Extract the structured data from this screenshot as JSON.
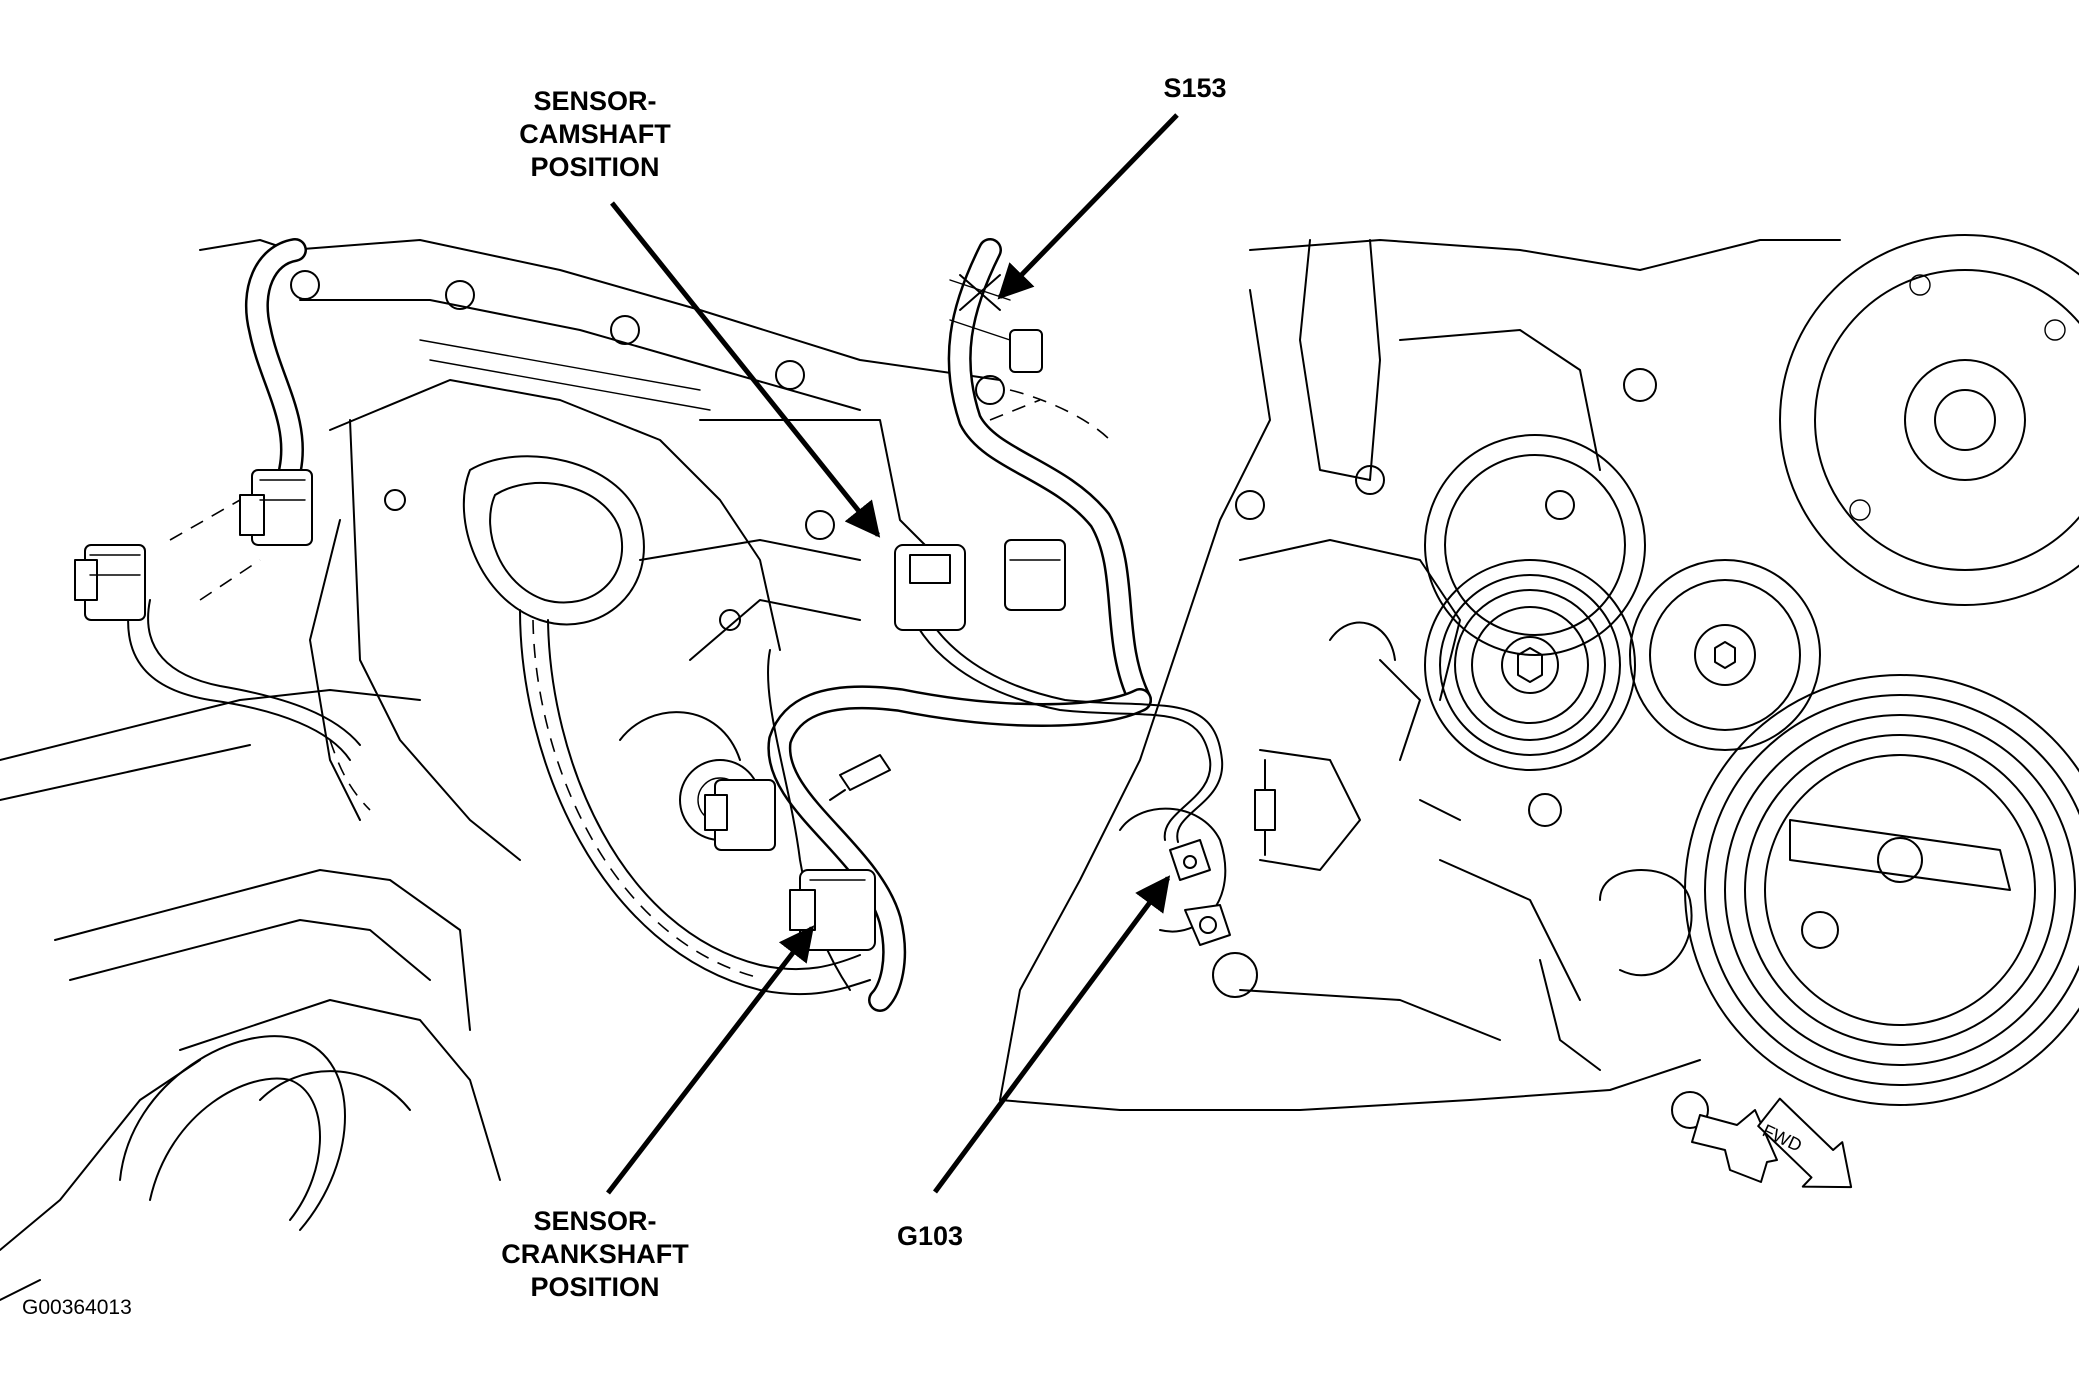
{
  "labels": {
    "camshaft_sensor": [
      "SENSOR-",
      "CAMSHAFT",
      "POSITION"
    ],
    "s153": "S153",
    "crankshaft_sensor": [
      "SENSOR-",
      "CRANKSHAFT",
      "POSITION"
    ],
    "g103": "G103",
    "fwd": "FWD"
  },
  "figure_id": "G00364013"
}
